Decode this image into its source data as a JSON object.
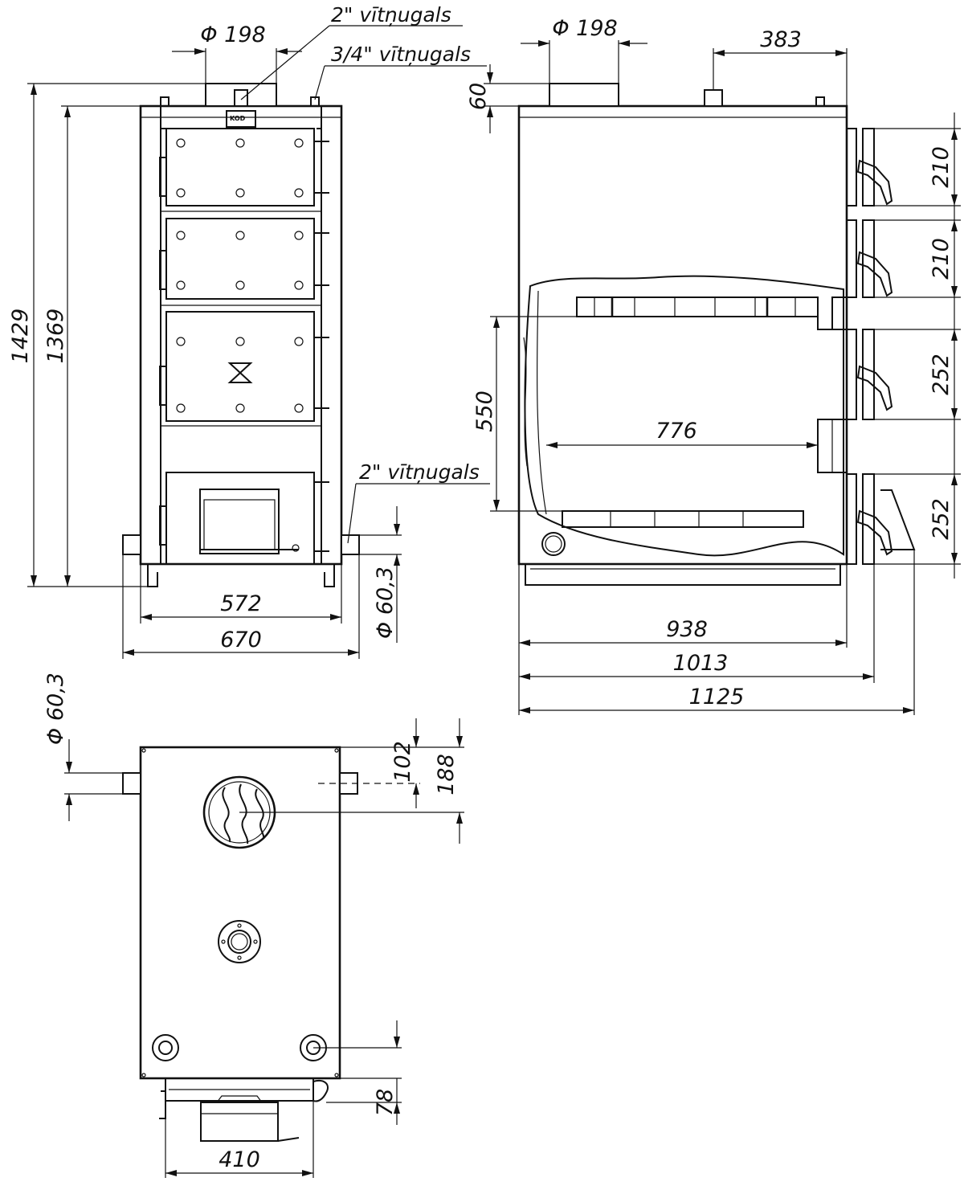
{
  "labels": {
    "thread_2_top": "2\" vītņugals",
    "thread_34_top": "3/4\" vītņugals",
    "thread_2_side": "2\" vītņugals"
  },
  "dimensions": {
    "flue_dia_front": "Φ 198",
    "flue_dia_side": "Φ 198",
    "pipe_dia_front": "Φ 60,3",
    "pipe_dia_top": "Φ 60,3",
    "height_total": "1429",
    "height_body": "1369",
    "width_body": "572",
    "width_total": "670",
    "flue_height": "60",
    "flue_offset": "383",
    "door_1": "210",
    "door_2": "210",
    "door_3": "252",
    "door_4": "252",
    "chamber_height": "550",
    "chamber_depth": "776",
    "depth_body": "938",
    "depth_doors": "1013",
    "depth_total": "1125",
    "top_offset_1": "102",
    "top_offset_2": "188",
    "bottom_offset": "78",
    "ash_width": "410"
  }
}
